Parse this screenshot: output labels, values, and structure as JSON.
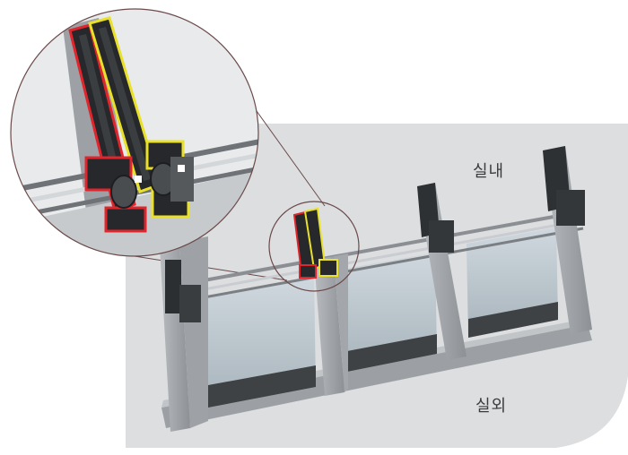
{
  "labels": {
    "inside": "실내",
    "outside": "실외"
  },
  "colors": {
    "background_panel": "#dcdee0",
    "frame_grey": "#a9adb1",
    "frame_dark": "#5b5f63",
    "glass": "#b9c3ca",
    "glass_light": "#d6dde2",
    "profile_black": "#26282b",
    "highlight_red": "#e0262c",
    "highlight_yellow": "#e9e02a",
    "callout_line": "#6b4a4a"
  },
  "icons": {
    "window_system": "sliding-window-section",
    "detail_magnifier": "detail-circle-callout"
  }
}
